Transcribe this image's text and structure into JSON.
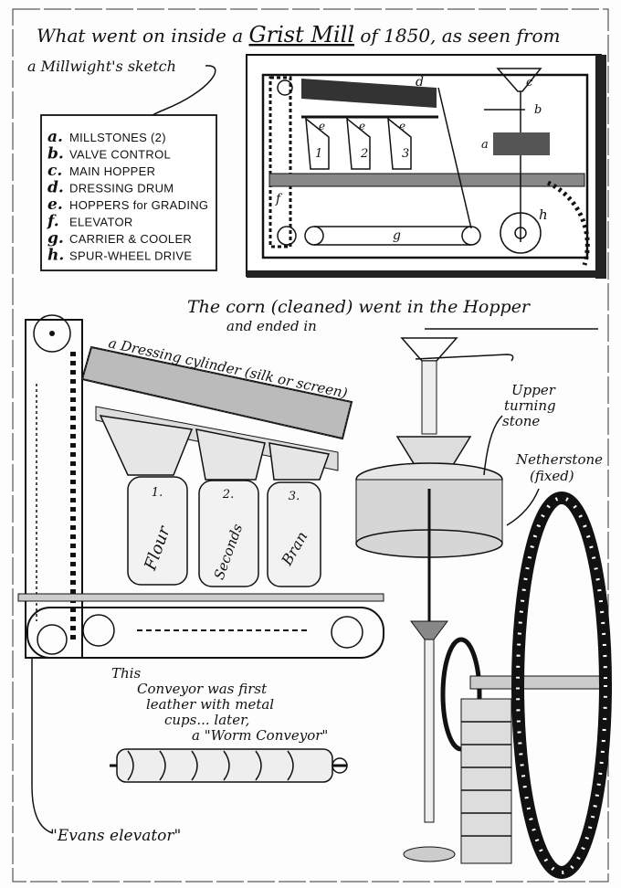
{
  "title": {
    "line1_a": "What went on inside a ",
    "line1_b": "Grist Mill",
    "line1_c": " of 1850, as seen from",
    "line2": "a Millwight's sketch"
  },
  "legend": [
    {
      "key": "a.",
      "text": "MILLSTONES (2)"
    },
    {
      "key": "b.",
      "text": "VALVE CONTROL"
    },
    {
      "key": "c.",
      "text": "MAIN HOPPER"
    },
    {
      "key": "d.",
      "text": "DRESSING DRUM"
    },
    {
      "key": "e.",
      "text": "HOPPERS for GRADING"
    },
    {
      "key": "f.",
      "text": "ELEVATOR"
    },
    {
      "key": "g.",
      "text": "CARRIER & COOLER"
    },
    {
      "key": "h.",
      "text": "SPUR-WHEEL DRIVE"
    }
  ],
  "inset": {
    "labels": {
      "a": "a",
      "b": "b",
      "c": "c",
      "d": "d",
      "e": "e",
      "f": "f",
      "g": "g",
      "h": "h"
    },
    "bins": [
      "1",
      "2",
      "3"
    ]
  },
  "main": {
    "corn_line1": "The corn (cleaned) went in the Hopper",
    "corn_line2": "and ended in",
    "dressing": "a Dressing cylinder (silk or screen)",
    "upper_stone": [
      "Upper",
      "turning",
      "stone"
    ],
    "nether_stone": [
      "Netherstone",
      "(fixed)"
    ],
    "bags": [
      {
        "num": "1.",
        "name": "Flour"
      },
      {
        "num": "2.",
        "name": "Seconds"
      },
      {
        "num": "3.",
        "name": "Bran"
      }
    ],
    "conveyor_note": [
      "This",
      "Conveyor was first",
      "leather with metal",
      "cups... later,",
      "a \"Worm Conveyor\""
    ],
    "evans": "\"Evans elevator\""
  }
}
